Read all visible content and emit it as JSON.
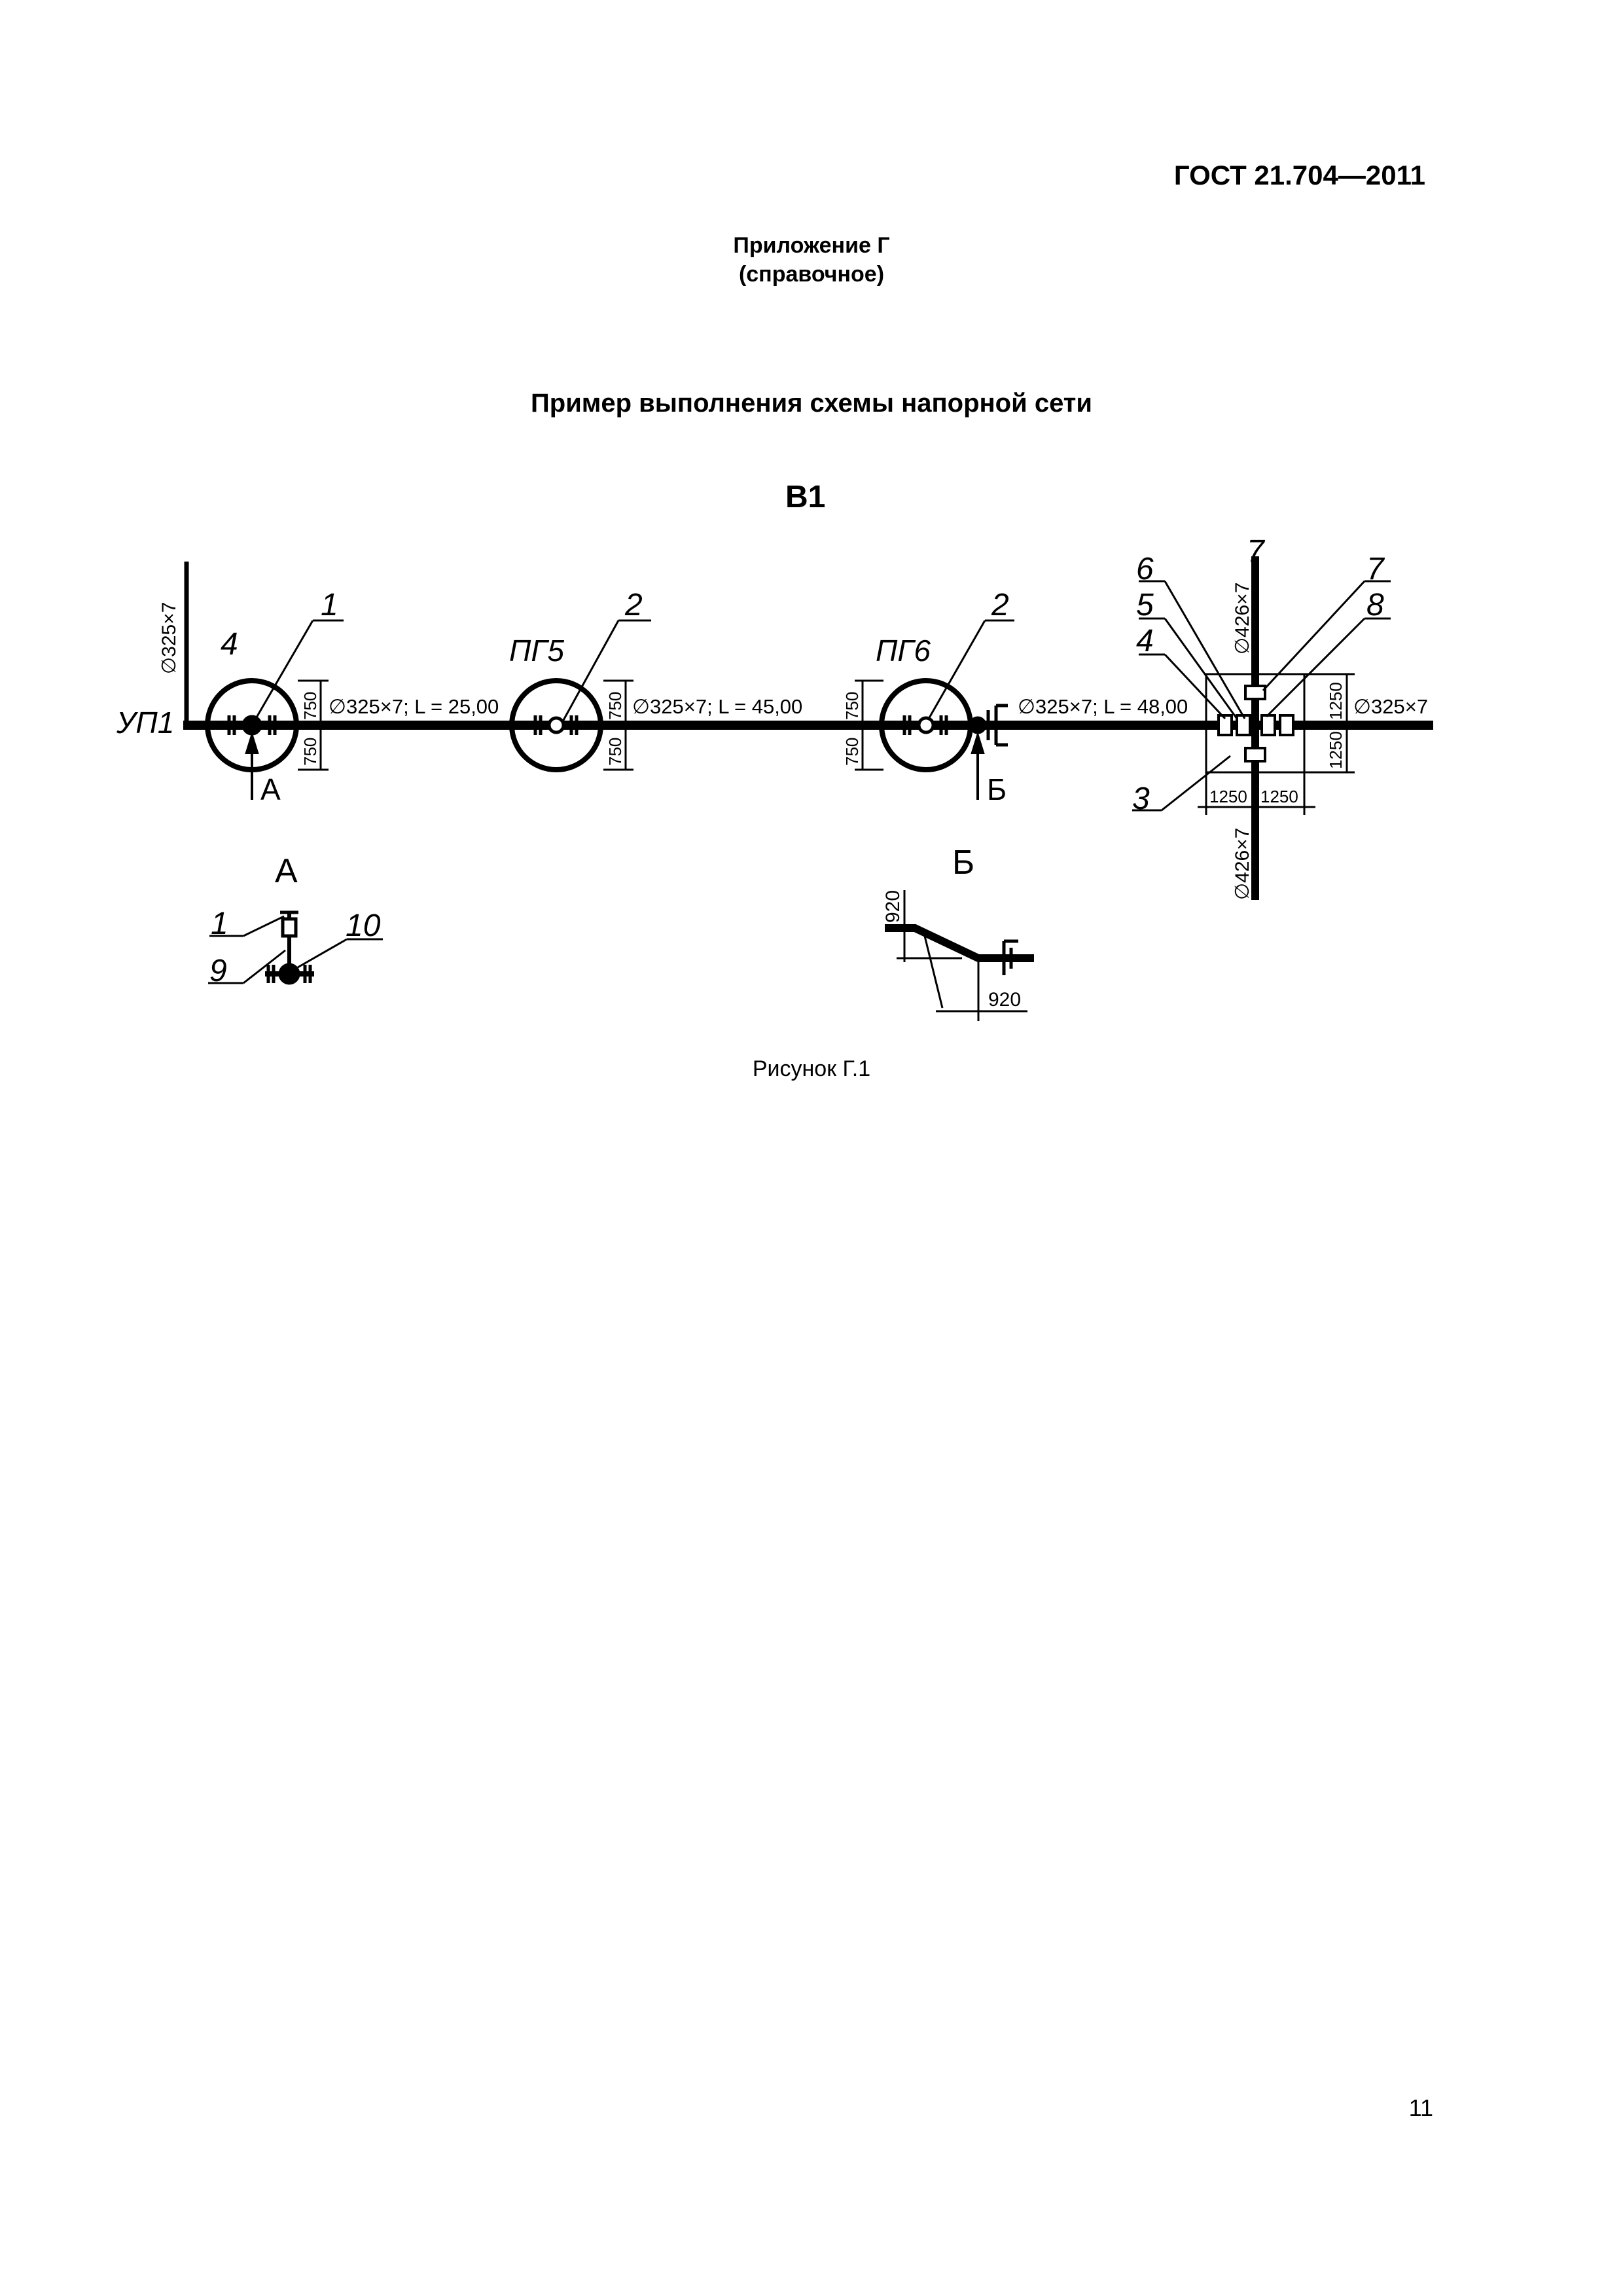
{
  "header": {
    "doc_code": "ГОСТ 21.704—2011"
  },
  "appendix": {
    "title": "Приложение Г",
    "note": "(справочное)"
  },
  "section_title": "Пример выполнения схемы напорной сети",
  "figure": {
    "network_code": "В1",
    "start_node": "УП1",
    "hydrant_1": "ПГ5",
    "hydrant_2": "ПГ6",
    "pipe_vertical_start": "∅325×7",
    "segment_1": "∅325×7; L = 25,00",
    "segment_2": "∅325×7; L = 45,00",
    "segment_3": "∅325×7; L = 48,00",
    "segment_end": "∅325×7",
    "cross_pipe_top": "∅426×7",
    "cross_pipe_bottom": "∅426×7",
    "callouts": {
      "c1": "1",
      "c2a": "2",
      "c2b": "2",
      "c3": "3",
      "c4a": "4",
      "c4b": "4",
      "c5": "5",
      "c6": "6",
      "c7a": "7",
      "c7b": "7",
      "c8": "8"
    },
    "dims": {
      "d750": "750",
      "d1250": "1250",
      "d920": "920"
    },
    "view_a": {
      "label": "А",
      "c1": "1",
      "c9": "9",
      "c10": "10"
    },
    "view_b": {
      "label": "Б"
    }
  },
  "caption": "Рисунок Г.1",
  "page_number": "11"
}
